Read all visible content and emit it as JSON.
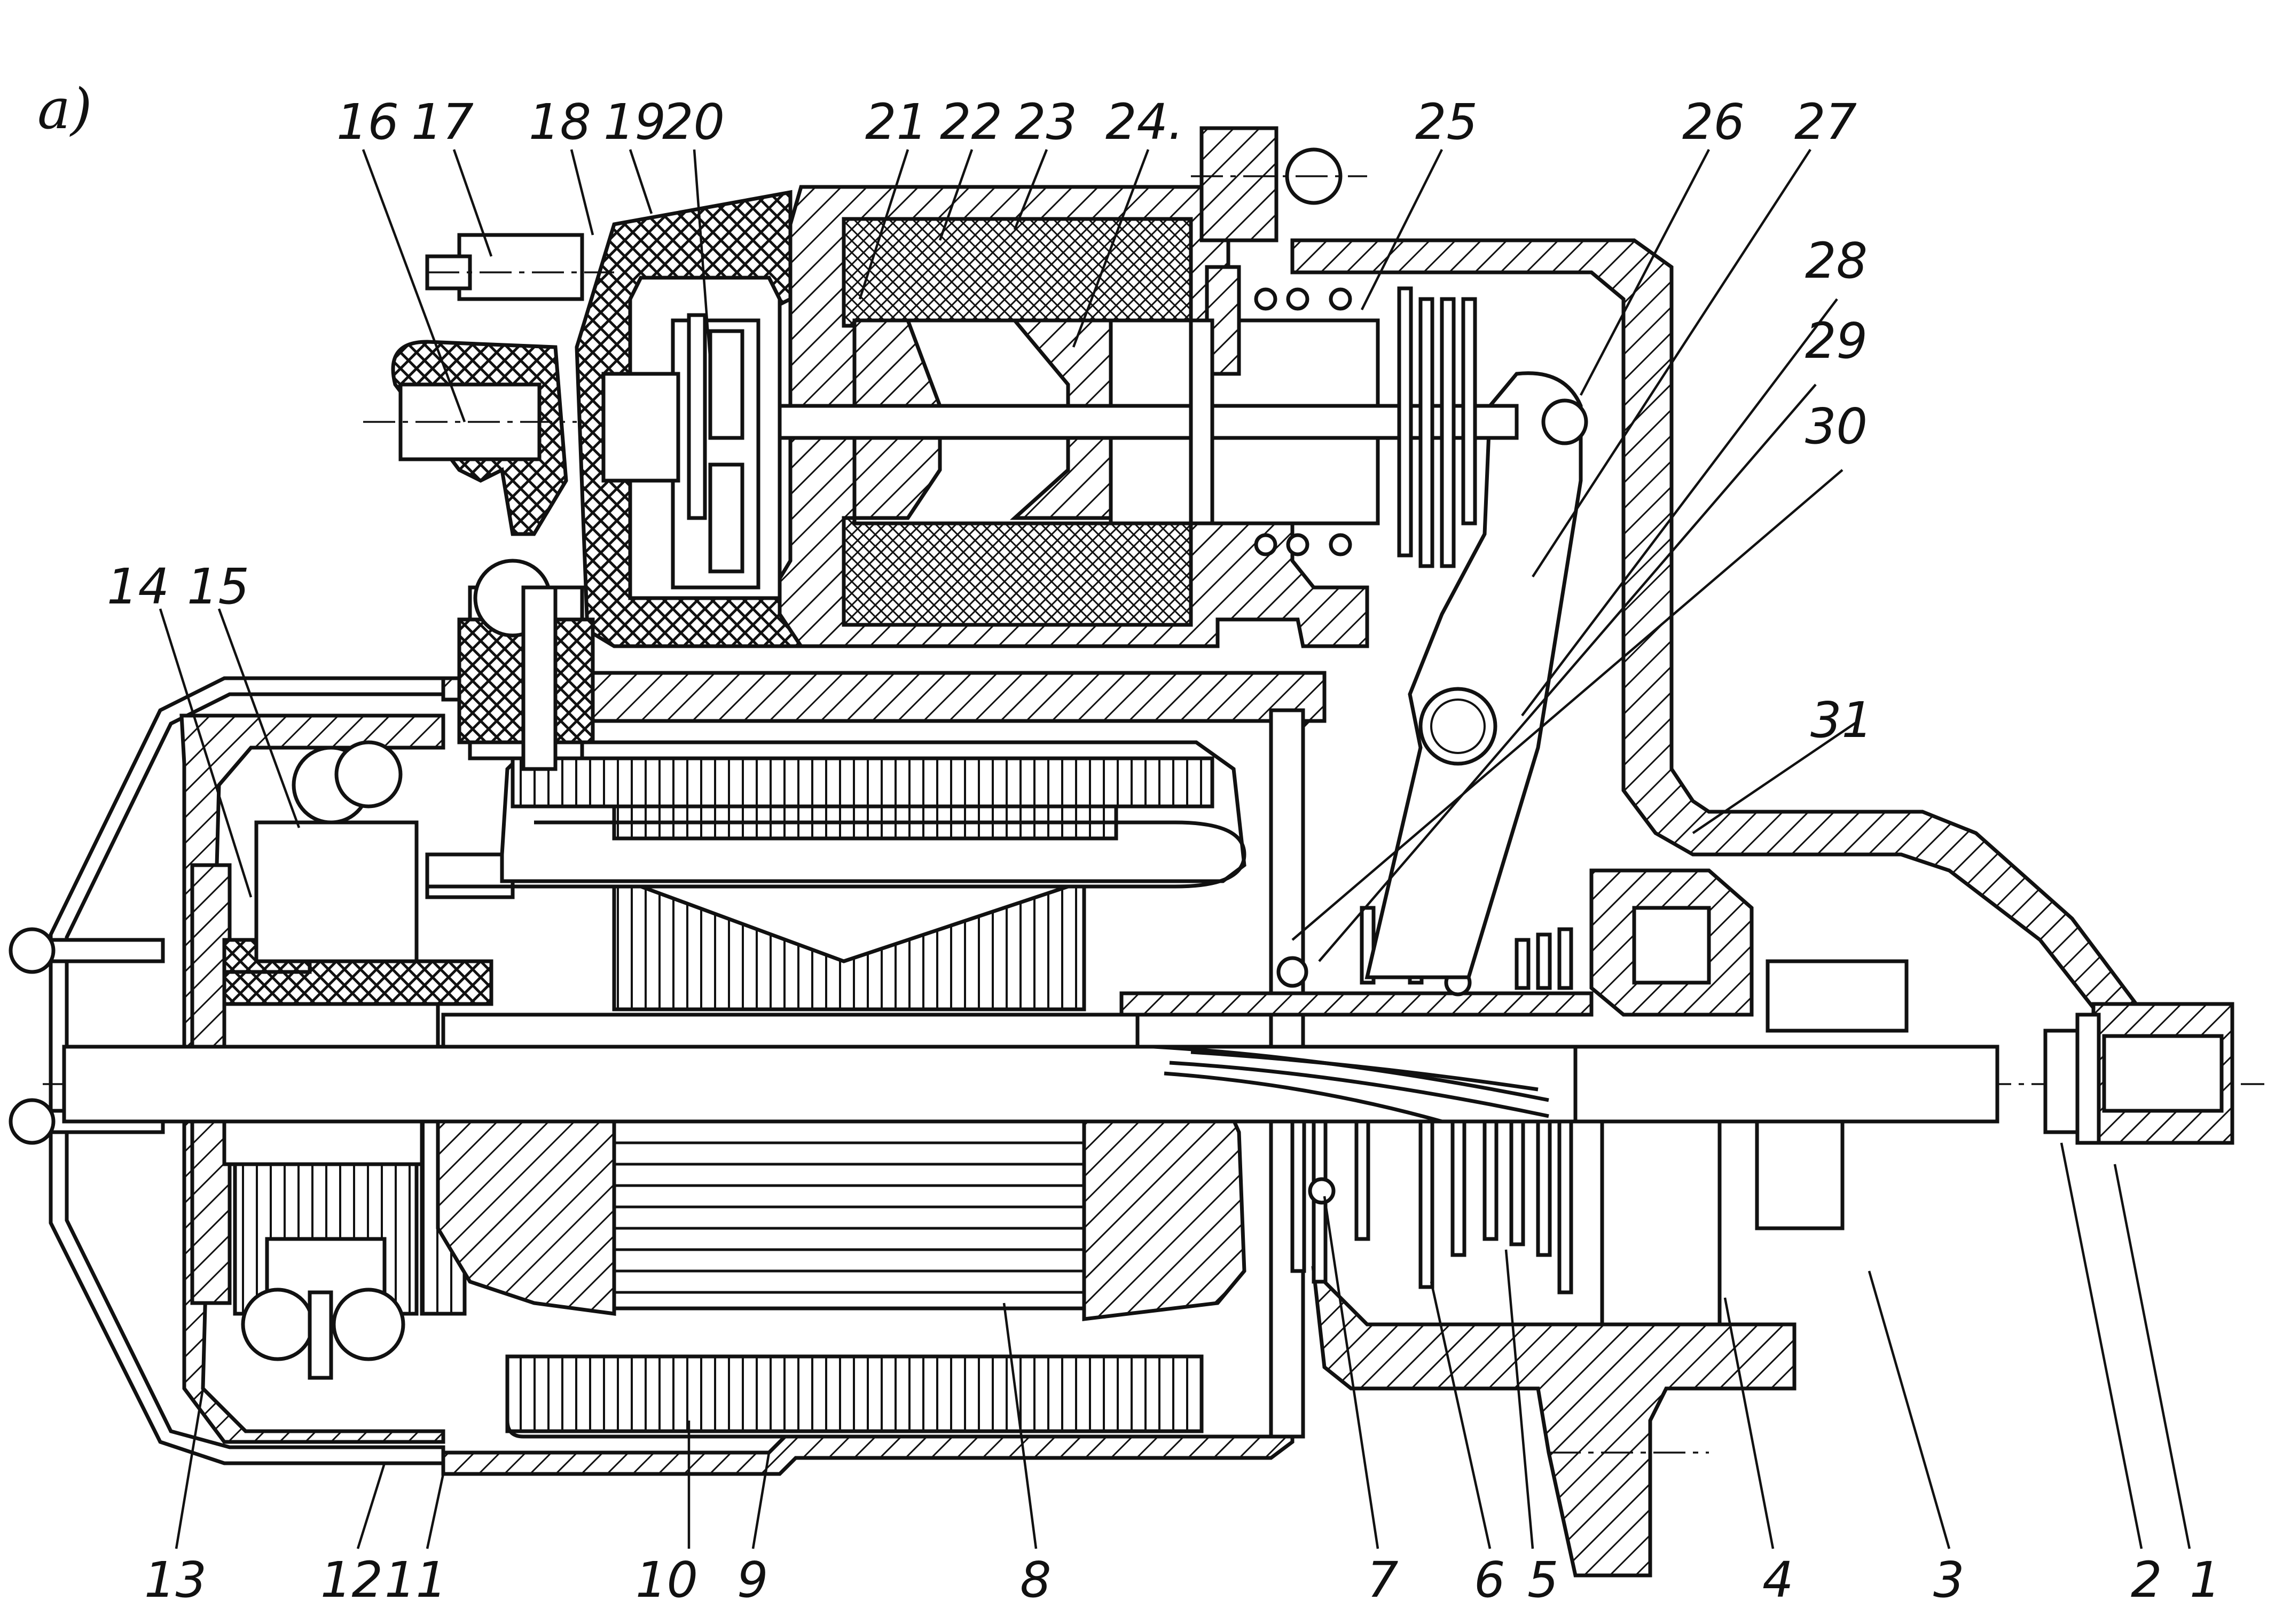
{
  "figure_label": "a)",
  "colors": {
    "ink": "#111111",
    "paper": "#ffffff"
  },
  "callouts": {
    "c1": "1",
    "c2": "2",
    "c3": "3",
    "c4": "4",
    "c5": "5",
    "c6": "6",
    "c7": "7",
    "c8": "8",
    "c9": "9",
    "c10": "10",
    "c11": "11",
    "c12": "12",
    "c13": "13",
    "c14": "14",
    "c15": "15",
    "c16": "16",
    "c17": "17",
    "c18": "18",
    "c19": "19",
    "c20": "20",
    "c21": "21",
    "c22": "22",
    "c23": "23",
    "c24": "24.",
    "c25": "25",
    "c26": "26",
    "c27": "27",
    "c28": "28",
    "c29": "29",
    "c30": "30",
    "c31": "31"
  }
}
